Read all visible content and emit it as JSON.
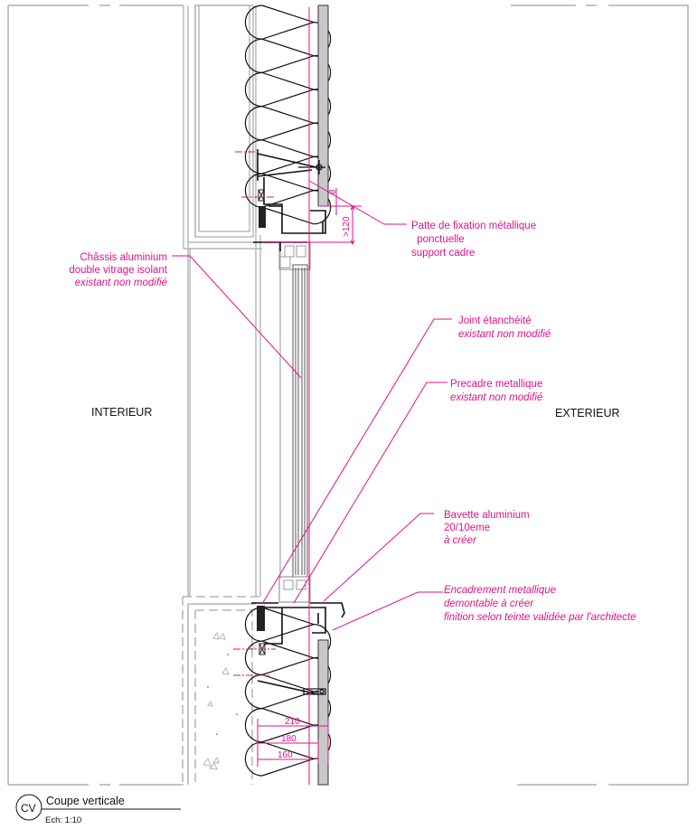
{
  "drawing": {
    "title": "Coupe verticale",
    "scale": "Ech:  1:10",
    "section_mark": "CV",
    "zones": {
      "interior": "INTERIEUR",
      "exterior": "EXTERIEUR"
    },
    "annotations": [
      {
        "id": "patte",
        "lines": [
          "Patte de fixation métallique",
          " ponctuelle",
          "support cadre"
        ],
        "italic": [
          false,
          false,
          false
        ]
      },
      {
        "id": "chassis",
        "lines": [
          "Châssis aluminium",
          "double vitrage isolant",
          "existant non modifié"
        ],
        "italic": [
          false,
          false,
          true
        ]
      },
      {
        "id": "joint",
        "lines": [
          "Joint étanchéité",
          "existant non modifié"
        ],
        "italic": [
          false,
          true
        ]
      },
      {
        "id": "precadre",
        "lines": [
          "Precadre metallique",
          "existant non modifié"
        ],
        "italic": [
          false,
          true
        ]
      },
      {
        "id": "bavette",
        "lines": [
          "Bavette aluminium",
          "20/10eme",
          "à créer"
        ],
        "italic": [
          false,
          false,
          true
        ]
      },
      {
        "id": "encadrement",
        "lines": [
          "Encadrement metallique",
          "demontable à créer",
          "finition selon teinte validée par l'architecte"
        ],
        "italic": [
          true,
          true,
          true
        ]
      }
    ],
    "dimensions": {
      "top_gap": "8",
      "top_height": ">120",
      "bottom": [
        "210",
        "180",
        "160"
      ]
    },
    "colors": {
      "annotation": "#e0128a",
      "line_dark": "#111111",
      "line_grey": "#a8a8a8",
      "cladding": "#c8c8c8"
    }
  }
}
